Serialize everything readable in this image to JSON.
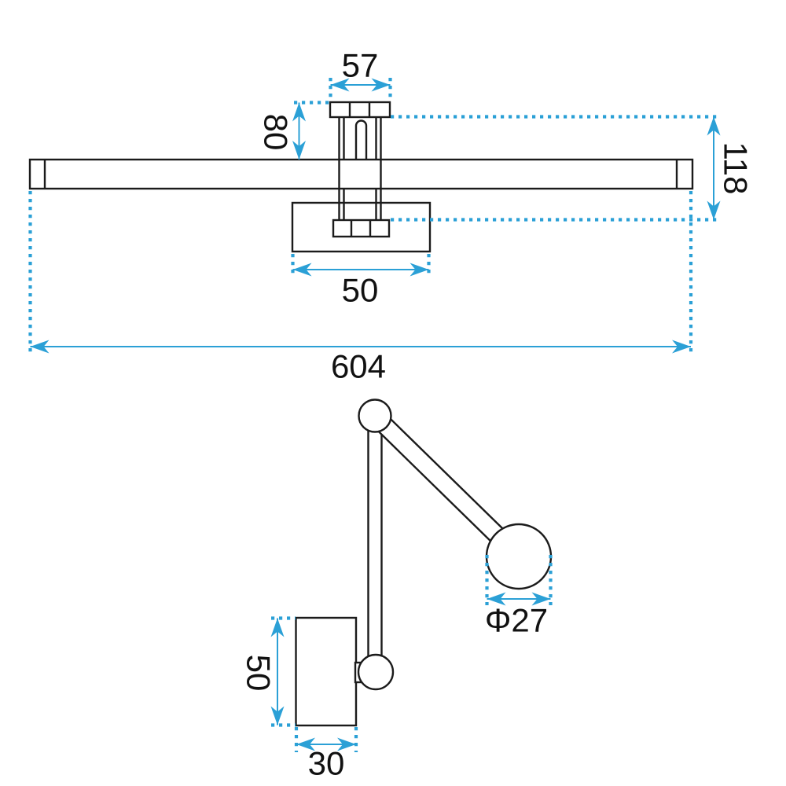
{
  "colors": {
    "dimension_accent": "#2BA0D6",
    "outline": "#1B1B1B",
    "background": "#FFFFFF"
  },
  "dimensions": {
    "front_view": {
      "bracket_width": "57",
      "stem_height": "80",
      "overall_depth": "118",
      "backplate_width": "50",
      "overall_width": "604"
    },
    "side_view": {
      "arm_diameter": "Φ27",
      "backplate_height": "50",
      "backplate_depth": "30"
    }
  }
}
